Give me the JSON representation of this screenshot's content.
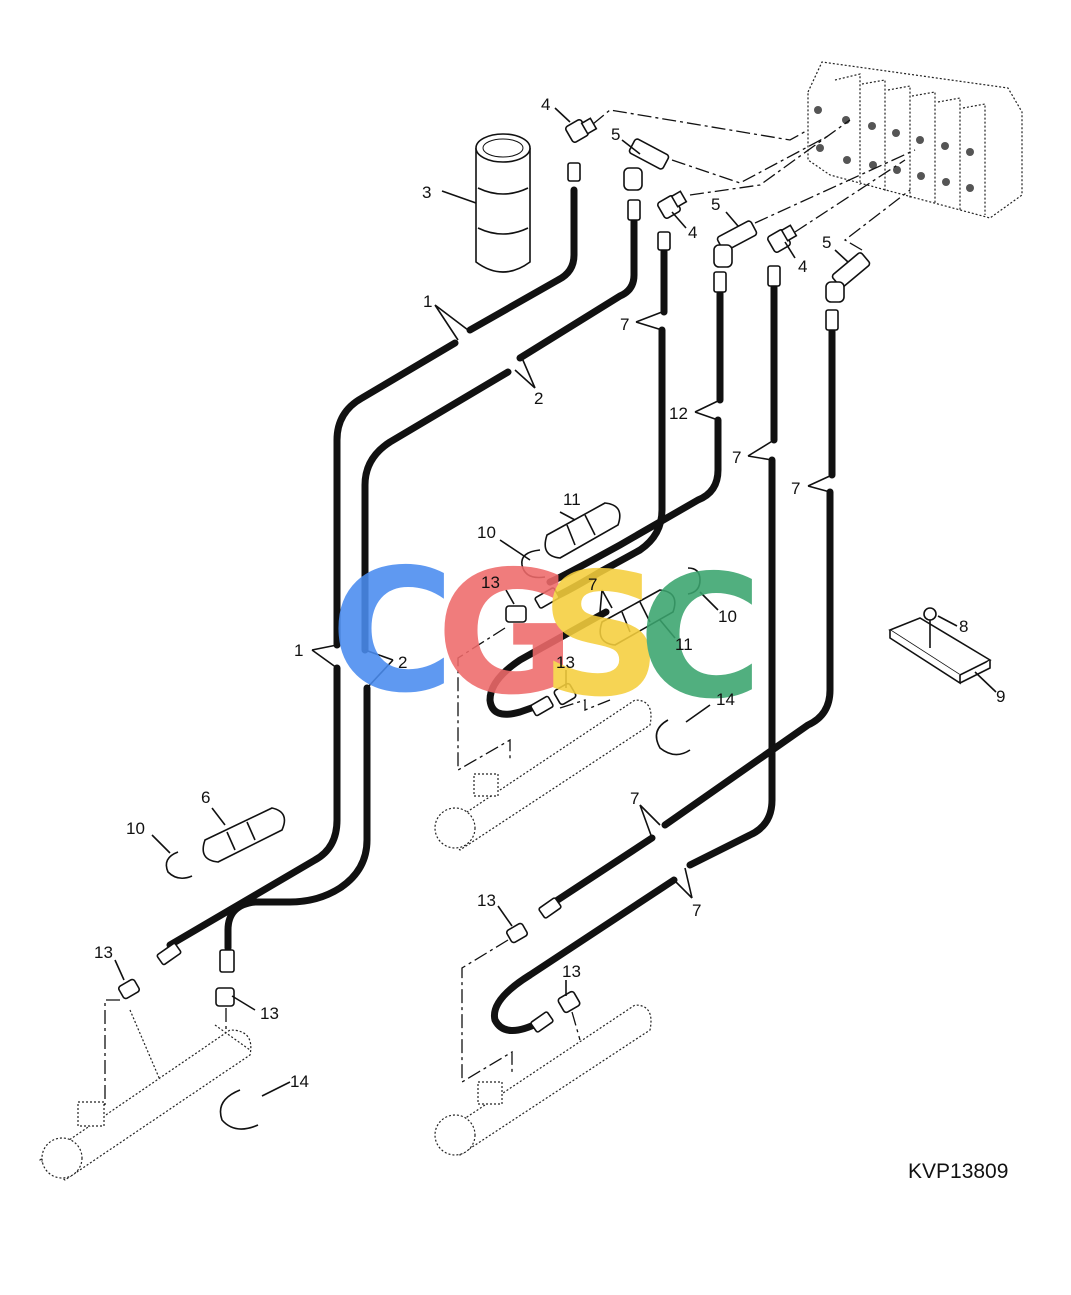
{
  "diagram": {
    "drawing_code": "KVP13809",
    "watermark": {
      "letters": [
        "C",
        "G",
        "S",
        "C"
      ],
      "colors": [
        "#4a8cf0",
        "#ef6a6a",
        "#f5cf3d",
        "#3aa46e"
      ]
    },
    "callouts": [
      {
        "id": "c-4a",
        "text": "4"
      },
      {
        "id": "c-5a",
        "text": "5"
      },
      {
        "id": "c-3",
        "text": "3"
      },
      {
        "id": "c-4b",
        "text": "4"
      },
      {
        "id": "c-5b",
        "text": "5"
      },
      {
        "id": "c-4c",
        "text": "4"
      },
      {
        "id": "c-5c",
        "text": "5"
      },
      {
        "id": "c-1a",
        "text": "1"
      },
      {
        "id": "c-2a",
        "text": "2"
      },
      {
        "id": "c-7a",
        "text": "7"
      },
      {
        "id": "c-12",
        "text": "12"
      },
      {
        "id": "c-7b",
        "text": "7"
      },
      {
        "id": "c-7c",
        "text": "7"
      },
      {
        "id": "c-11a",
        "text": "11"
      },
      {
        "id": "c-10a",
        "text": "10"
      },
      {
        "id": "c-13a",
        "text": "13"
      },
      {
        "id": "c-7d",
        "text": "7"
      },
      {
        "id": "c-10b",
        "text": "10"
      },
      {
        "id": "c-11b",
        "text": "11"
      },
      {
        "id": "c-8",
        "text": "8"
      },
      {
        "id": "c-1b",
        "text": "1"
      },
      {
        "id": "c-2b",
        "text": "2"
      },
      {
        "id": "c-13b",
        "text": "13"
      },
      {
        "id": "c-14a",
        "text": "14"
      },
      {
        "id": "c-9",
        "text": "9"
      },
      {
        "id": "c-6",
        "text": "6"
      },
      {
        "id": "c-10c",
        "text": "10"
      },
      {
        "id": "c-7e",
        "text": "7"
      },
      {
        "id": "c-7f",
        "text": "7"
      },
      {
        "id": "c-13c",
        "text": "13"
      },
      {
        "id": "c-13d",
        "text": "13"
      },
      {
        "id": "c-13e",
        "text": "13"
      },
      {
        "id": "c-13f",
        "text": "13"
      },
      {
        "id": "c-14b",
        "text": "14"
      }
    ]
  }
}
